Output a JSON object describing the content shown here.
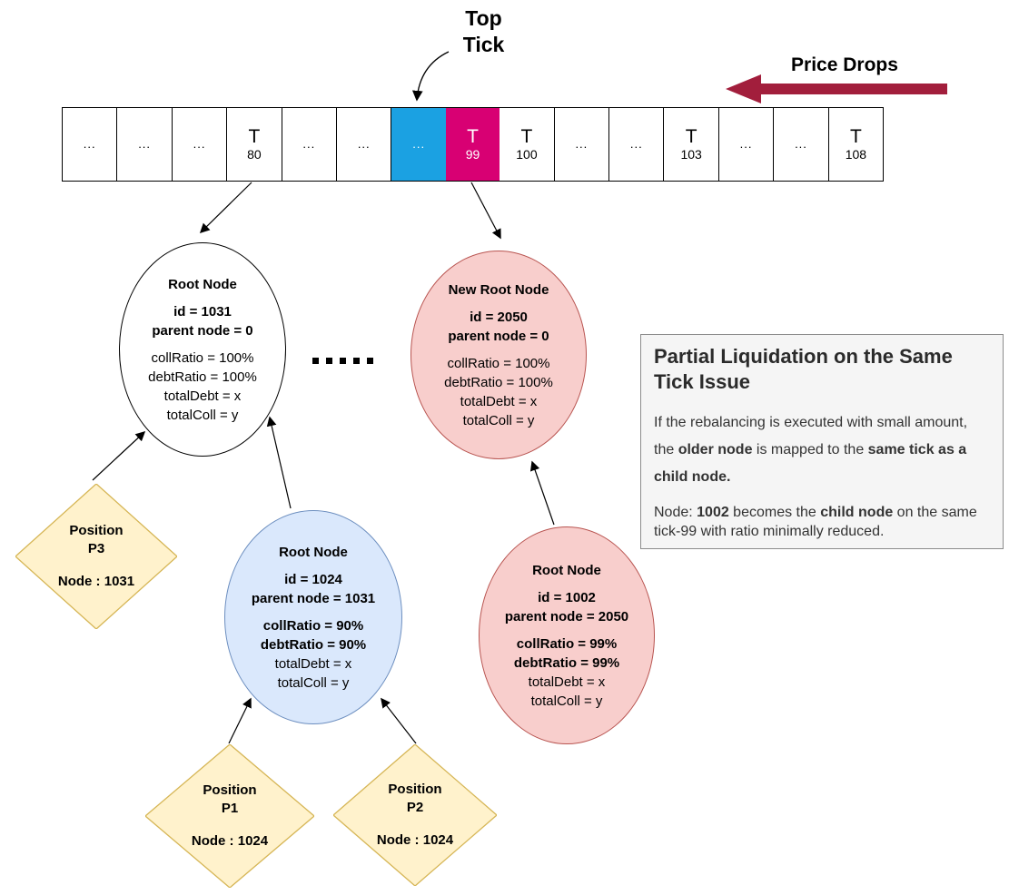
{
  "colors": {
    "cell-blue": "#1BA1E2",
    "cell-magenta": "#D80073",
    "maroon": "#A21E3C",
    "pink-fill": "#F8CECC",
    "pink-stroke": "#B85450",
    "blue-fill": "#DAE8FC",
    "blue-stroke": "#6C8EBF",
    "yellow-fill": "#FFF2CC",
    "yellow-stroke": "#D6B656",
    "box-bg": "#F5F5F5",
    "box-border": "#8C8C8C"
  },
  "labels": {
    "top_tick_line1": "Top",
    "top_tick_line2": "Tick",
    "price_drops": "Price Drops"
  },
  "ticks": {
    "cells": [
      {
        "label": "...",
        "sub": "",
        "type": "plain"
      },
      {
        "label": "...",
        "sub": "",
        "type": "plain"
      },
      {
        "label": "...",
        "sub": "",
        "type": "plain"
      },
      {
        "label": "T",
        "sub": "80",
        "type": "plain"
      },
      {
        "label": "...",
        "sub": "",
        "type": "plain"
      },
      {
        "label": "...",
        "sub": "",
        "type": "plain"
      },
      {
        "label": "...",
        "sub": "",
        "type": "top"
      },
      {
        "label": "T",
        "sub": "99",
        "type": "active"
      },
      {
        "label": "T",
        "sub": "100",
        "type": "plain"
      },
      {
        "label": "...",
        "sub": "",
        "type": "plain"
      },
      {
        "label": "...",
        "sub": "",
        "type": "plain"
      },
      {
        "label": "T",
        "sub": "103",
        "type": "plain"
      },
      {
        "label": "...",
        "sub": "",
        "type": "plain"
      },
      {
        "label": "...",
        "sub": "",
        "type": "plain"
      },
      {
        "label": "T",
        "sub": "108",
        "type": "plain"
      }
    ]
  },
  "nodes": {
    "root_1031": {
      "lines": [
        {
          "t": "Root Node",
          "b": 1
        },
        {
          "t": ""
        },
        {
          "t": "id = 1031",
          "b": 1
        },
        {
          "t": "parent node = 0",
          "b": 1
        },
        {
          "t": ""
        },
        {
          "t": "collRatio = 100%"
        },
        {
          "t": "debtRatio = 100%"
        },
        {
          "t": "totalDebt = x"
        },
        {
          "t": "totalColl = y"
        }
      ]
    },
    "new_root_2050": {
      "lines": [
        {
          "t": "New Root Node",
          "b": 1
        },
        {
          "t": ""
        },
        {
          "t": "id = 2050",
          "b": 1
        },
        {
          "t": "parent node = 0",
          "b": 1
        },
        {
          "t": ""
        },
        {
          "t": "collRatio = 100%"
        },
        {
          "t": "debtRatio = 100%"
        },
        {
          "t": "totalDebt = x"
        },
        {
          "t": "totalColl = y"
        }
      ]
    },
    "root_1024": {
      "lines": [
        {
          "t": "Root Node",
          "b": 1
        },
        {
          "t": ""
        },
        {
          "t": "id = 1024",
          "b": 1
        },
        {
          "t": "parent node = 1031",
          "b": 1
        },
        {
          "t": ""
        },
        {
          "t": "collRatio = 90%",
          "b": 1
        },
        {
          "t": "debtRatio = 90%",
          "b": 1
        },
        {
          "t": "totalDebt = x"
        },
        {
          "t": "totalColl = y"
        }
      ]
    },
    "root_1002": {
      "lines": [
        {
          "t": "Root Node",
          "b": 1
        },
        {
          "t": ""
        },
        {
          "t": "id = 1002",
          "b": 1
        },
        {
          "t": "parent node = 2050",
          "b": 1
        },
        {
          "t": ""
        },
        {
          "t": "collRatio = 99%",
          "b": 1
        },
        {
          "t": "debtRatio = 99%",
          "b": 1
        },
        {
          "t": "totalDebt = x"
        },
        {
          "t": "totalColl = y"
        }
      ]
    }
  },
  "positions": {
    "p3": {
      "lines": [
        {
          "t": "Position",
          "b": 1
        },
        {
          "t": "P3",
          "b": 1
        },
        {
          "t": ""
        },
        {
          "t": "Node : 1031",
          "b": 1
        }
      ]
    },
    "p1": {
      "lines": [
        {
          "t": "Position",
          "b": 1
        },
        {
          "t": "P1",
          "b": 1
        },
        {
          "t": ""
        },
        {
          "t": "Node : 1024",
          "b": 1
        }
      ]
    },
    "p2": {
      "lines": [
        {
          "t": "Position",
          "b": 1
        },
        {
          "t": "P2",
          "b": 1
        },
        {
          "t": ""
        },
        {
          "t": "Node : 1024",
          "b": 1
        }
      ]
    }
  },
  "info_box": {
    "title": "Partial Liquidation on the Same Tick Issue",
    "p1": [
      {
        "t": "If the rebalancing is executed with small amount, the "
      },
      {
        "t": "older node",
        "b": 1
      },
      {
        "t": " is mapped to the "
      },
      {
        "t": "same tick as a child node.",
        "b": 1
      }
    ],
    "p2": [
      {
        "t": "Node: "
      },
      {
        "t": "1002",
        "b": 1
      },
      {
        "t": " becomes the "
      },
      {
        "t": "child node",
        "b": 1
      },
      {
        "t": " on the same tick-99 with ratio minimally reduced."
      }
    ]
  }
}
